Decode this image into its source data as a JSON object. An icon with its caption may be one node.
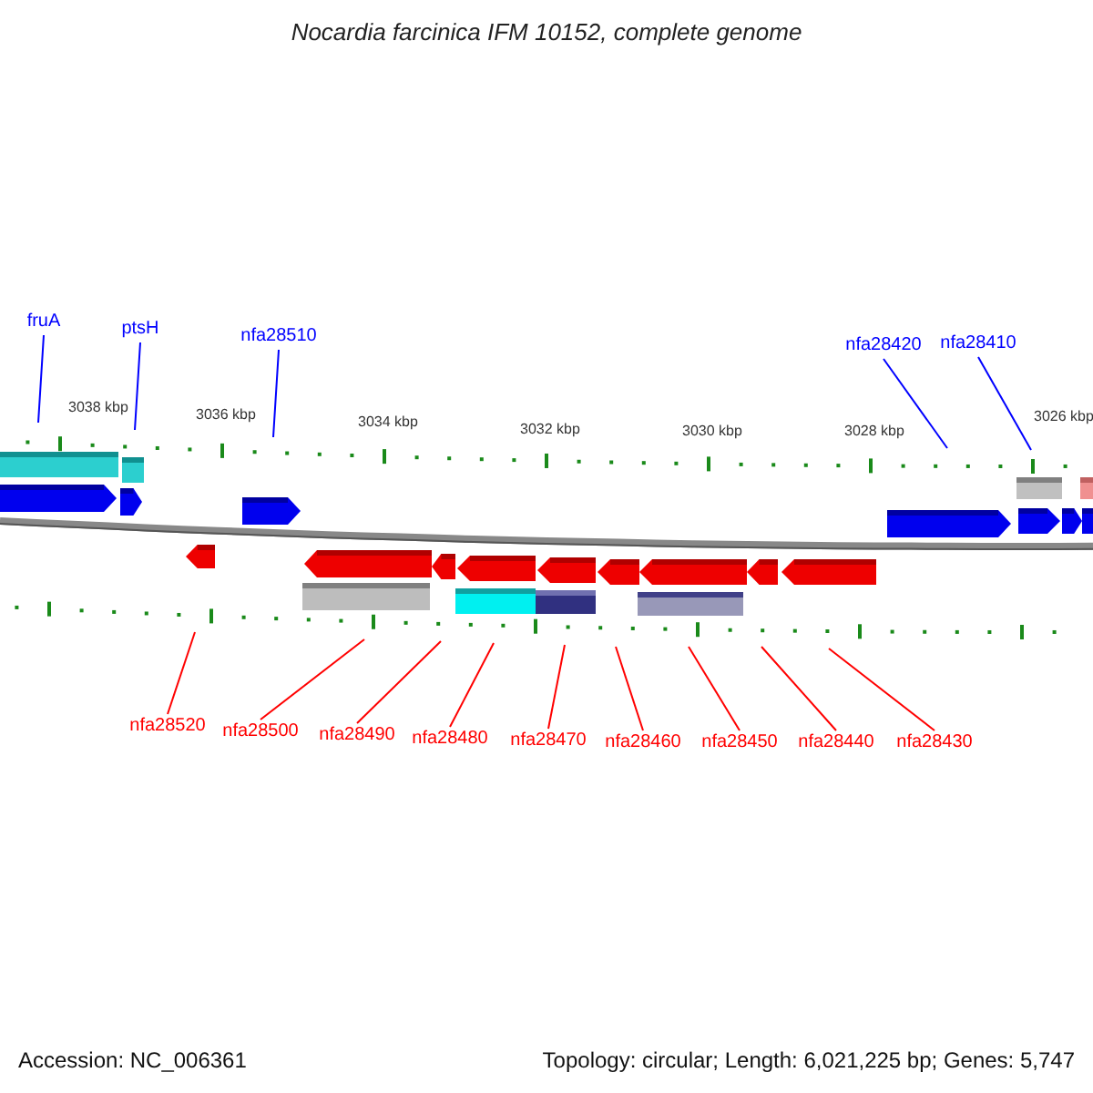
{
  "diagram": {
    "title": "Nocardia farcinica IFM 10152, complete genome",
    "nodes": [
      {
        "text": [
          "fruA"
        ]
      },
      {
        "text": [
          "ptsH"
        ]
      },
      {
        "text": [
          "nfa28510"
        ]
      },
      {
        "text": [
          "nfa28420"
        ]
      },
      {
        "text": [
          "nfa28410"
        ]
      },
      {
        "text": [
          "nfa28520"
        ]
      },
      {
        "text": [
          "nfa28500"
        ]
      },
      {
        "text": [
          "nfa28490"
        ]
      },
      {
        "text": [
          "nfa28480"
        ]
      },
      {
        "text": [
          "nfa28470"
        ]
      },
      {
        "text": [
          "nfa28460"
        ]
      },
      {
        "text": [
          "nfa28450"
        ]
      },
      {
        "text": [
          "nfa28440"
        ]
      },
      {
        "text": [
          "nfa28430"
        ]
      }
    ],
    "edges": [
      {
        "from": 0,
        "to": null,
        "arrow": "none",
        "color": "#0000ff"
      },
      {
        "from": 1,
        "to": null,
        "arrow": "none",
        "color": "#0000ff"
      },
      {
        "from": 2,
        "to": null,
        "arrow": "none",
        "color": "#0000ff"
      },
      {
        "from": 3,
        "to": null,
        "arrow": "none",
        "color": "#0000ff"
      },
      {
        "from": 4,
        "to": null,
        "arrow": "none",
        "color": "#0000ff"
      },
      {
        "from": 5,
        "to": null,
        "arrow": "none"
      },
      {
        "from": 6,
        "to": null,
        "arrow": "none"
      },
      {
        "from": 7,
        "to": null,
        "arrow": "none"
      },
      {
        "from": 8,
        "to": null,
        "arrow": "none"
      },
      {
        "from": 9,
        "to": null,
        "arrow": "none"
      },
      {
        "from": 10,
        "to": null,
        "arrow": "none"
      },
      {
        "from": 11,
        "to": null,
        "arrow": "none"
      },
      {
        "from": 12,
        "to": null,
        "arrow": "none"
      },
      {
        "from": 13,
        "to": null,
        "arrow": "none"
      }
    ],
    "labels": [
      "3038 kbp",
      "3036 kbp",
      "3034 kbp",
      "3032 kbp",
      "3030 kbp",
      "3028 kbp",
      "3026 kbp",
      "Accession: NC_006361",
      "Topology: circular; Length: 6,021,225 bp; Genes: 5,747"
    ]
  }
}
